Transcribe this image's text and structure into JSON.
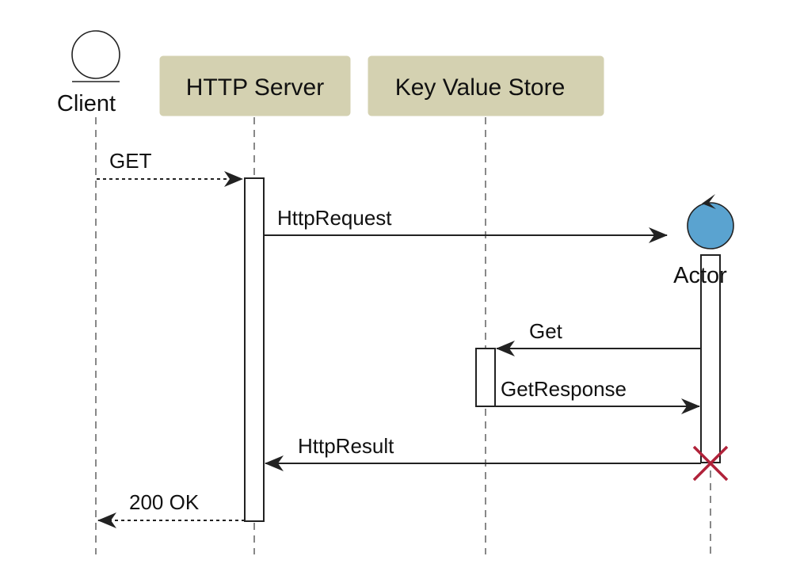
{
  "participants": {
    "client": {
      "label": "Client",
      "kind": "boundary",
      "icon": "boundary-icon"
    },
    "http_server": {
      "label": "HTTP Server",
      "kind": "participant"
    },
    "kv_store": {
      "label": "Key Value Store",
      "kind": "participant"
    },
    "actor": {
      "label": "Actor",
      "kind": "control",
      "icon": "control-icon",
      "color": "#5aa3d0"
    }
  },
  "messages": [
    {
      "label": "GET",
      "from": "client",
      "to": "http_server",
      "style": "dotted"
    },
    {
      "label": "HttpRequest",
      "from": "http_server",
      "to": "actor",
      "style": "solid",
      "creates": true
    },
    {
      "label": "Get",
      "from": "actor",
      "to": "kv_store",
      "style": "solid"
    },
    {
      "label": "GetResponse",
      "from": "kv_store",
      "to": "actor",
      "style": "solid"
    },
    {
      "label": "HttpResult",
      "from": "actor",
      "to": "http_server",
      "style": "solid",
      "destroys": "actor"
    },
    {
      "label": "200 OK",
      "from": "http_server",
      "to": "client",
      "style": "dotted"
    }
  ],
  "colors": {
    "participant_box": "#d4d1b1",
    "actor_fill": "#5aa3d0",
    "destroy_mark": "#b0223a",
    "line": "#222222"
  },
  "icons": {
    "destroy": "destroy-x-icon"
  }
}
